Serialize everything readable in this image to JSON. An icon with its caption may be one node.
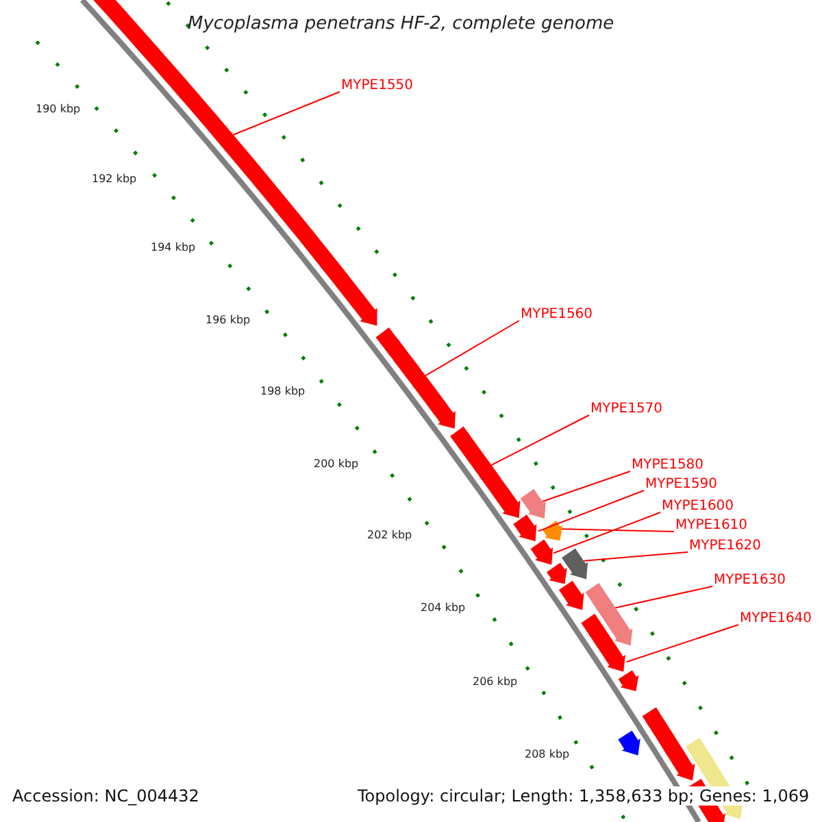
{
  "diagram": {
    "title": "Mycoplasma penetrans HF-2, complete genome",
    "nodes": [
      {
        "text": [
          "MYPE1550"
        ]
      },
      {
        "text": [
          "MYPE1560"
        ]
      },
      {
        "text": [
          "MYPE1570"
        ]
      },
      {
        "text": [
          "MYPE1580"
        ]
      },
      {
        "text": [
          "MYPE1590"
        ]
      },
      {
        "text": [
          "MYPE1600"
        ]
      },
      {
        "text": [
          "MYPE1610"
        ]
      },
      {
        "text": [
          "MYPE1620"
        ]
      },
      {
        "text": [
          "MYPE1630"
        ]
      },
      {
        "text": [
          "MYPE1640"
        ]
      },
      {
        "text": [],
        "shape": "pentagon"
      },
      {
        "text": [],
        "shape": "pentagon"
      },
      {
        "text": [],
        "shape": "pentagon"
      },
      {
        "text": [],
        "shape": "pentagon"
      },
      {
        "text": [],
        "shape": "pentagon"
      },
      {
        "text": [],
        "shape": "pentagon"
      },
      {
        "text": [],
        "shape": "pentagon"
      },
      {
        "text": [],
        "shape": "pentagon"
      },
      {
        "text": [],
        "shape": "pentagon"
      },
      {
        "text": [],
        "shape": "pentagon"
      },
      {
        "text": [],
        "shape": "pentagon"
      },
      {
        "text": [],
        "shape": "pentagon"
      },
      {
        "text": [],
        "shape": "pentagon"
      },
      {
        "text": [],
        "shape": "pentagon"
      },
      {
        "text": [],
        "shape": "pentagon"
      },
      {
        "text": [],
        "shape": "pentagon"
      },
      {
        "text": [],
        "shape": "pentagon"
      }
    ],
    "edges": [
      {
        "from": 0,
        "to": 10,
        "arrow": "none"
      },
      {
        "from": 1,
        "to": 11,
        "arrow": "none"
      },
      {
        "from": 2,
        "to": 12,
        "arrow": "none"
      },
      {
        "from": 3,
        "to": 13,
        "arrow": "none"
      },
      {
        "from": 4,
        "to": 14,
        "arrow": "none"
      },
      {
        "from": 5,
        "to": 15,
        "arrow": "none"
      },
      {
        "from": 6,
        "to": 16,
        "arrow": "none"
      },
      {
        "from": 7,
        "to": 17,
        "arrow": "none"
      },
      {
        "from": 8,
        "to": 18,
        "arrow": "none"
      },
      {
        "from": 9,
        "to": 19,
        "arrow": "none"
      }
    ],
    "labels": [
      "190 kbp",
      "192 kbp",
      "194 kbp",
      "196 kbp",
      "198 kbp",
      "200 kbp",
      "202 kbp",
      "204 kbp",
      "206 kbp",
      "208 kbp",
      "Accession: NC_004432",
      "Topology: circular; Length: 1,358,633 bp; Genes: 1,069"
    ]
  }
}
